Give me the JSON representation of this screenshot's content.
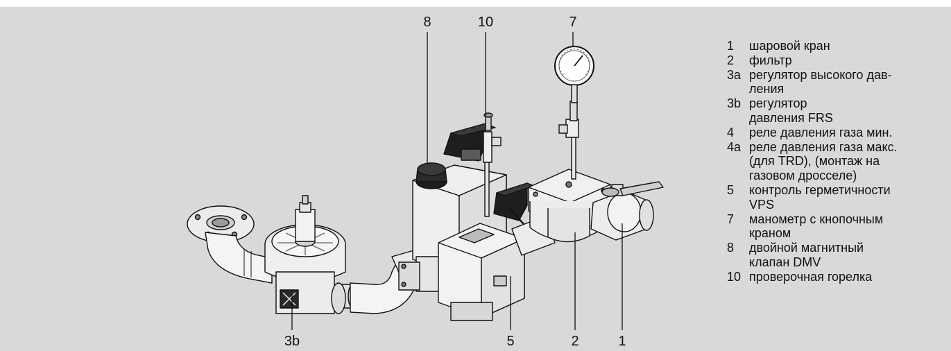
{
  "callouts": {
    "c8": "8",
    "c10": "10",
    "c7": "7",
    "c3b": "3b",
    "c5": "5",
    "c2": "2",
    "c1": "1"
  },
  "legend": [
    {
      "num": "1",
      "text": "шаровой кран"
    },
    {
      "num": "2",
      "text": "фильтр"
    },
    {
      "num": "3a",
      "text": "регулятор высокого дав-\nления"
    },
    {
      "num": "3b",
      "text": "регулятор\nдавления FRS"
    },
    {
      "num": "4",
      "text": "реле давления газа мин."
    },
    {
      "num": "4a",
      "text": "реле давления газа макс.\n(для TRD), (монтаж на\nгазовом дросселе)"
    },
    {
      "num": "5",
      "text": "контроль герметичности\nVPS"
    },
    {
      "num": "7",
      "text": "манометр с кнопочным\nкраном"
    },
    {
      "num": "8",
      "text": "двойной магнитный\nклапан DMV"
    },
    {
      "num": "10",
      "text": "проверочная горелка"
    }
  ],
  "colors": {
    "panel": "#d9d9d9",
    "metal": "#f4f4f4",
    "shade": "#c8c8c8",
    "dark": "#1e1e1e",
    "line": "#111111"
  }
}
